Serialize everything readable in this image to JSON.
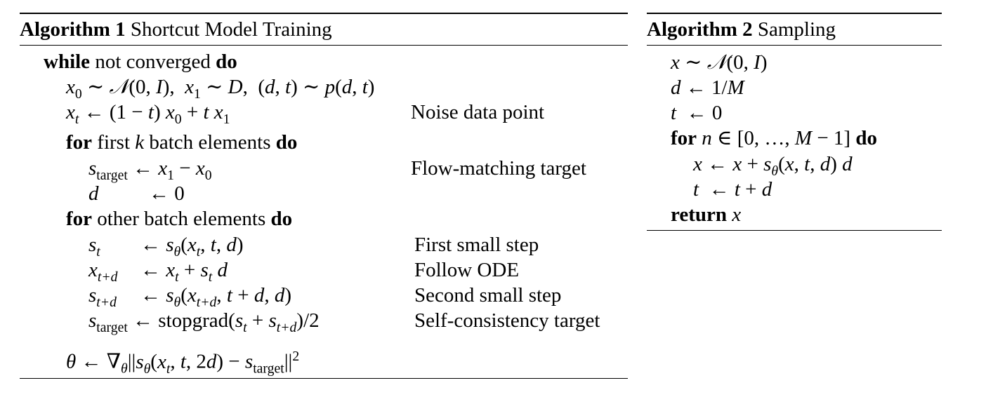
{
  "algorithm1": {
    "number": "Algorithm 1",
    "title": "Shortcut Model Training",
    "while_kw": "while",
    "while_cond": "not converged",
    "do_kw": "do",
    "for_kw": "for",
    "loop1_text": "first",
    "loop1_var": "k",
    "loop1_rest": "batch elements",
    "loop2_text": "other batch elements",
    "comments": {
      "noise": "Noise data point",
      "flow": "Flow-matching target",
      "first_step": "First small step",
      "follow": "Follow ODE",
      "second_step": "Second small step",
      "self_cons": "Self-consistency target"
    },
    "stopgrad": "stopgrad",
    "target_sub": "target"
  },
  "algorithm2": {
    "number": "Algorithm 2",
    "title": "Sampling",
    "for_kw": "for",
    "do_kw": "do",
    "return_kw": "return"
  }
}
